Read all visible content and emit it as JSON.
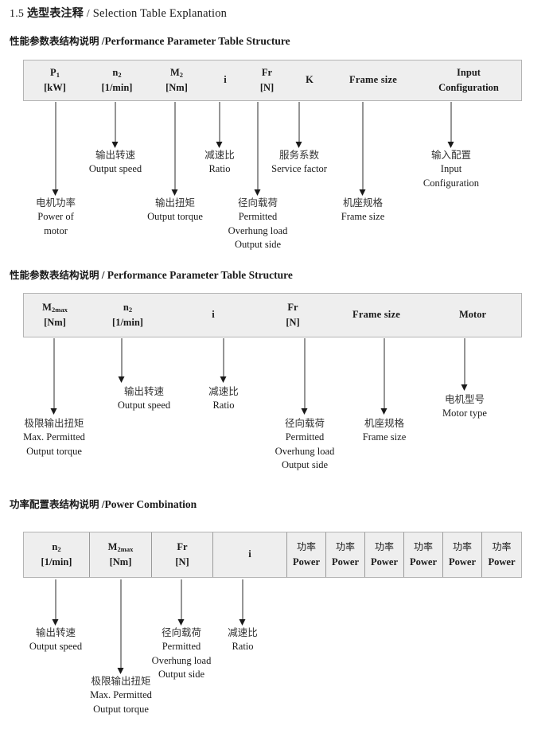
{
  "document": {
    "section_number": "1.5",
    "title_cn": "选型表注释",
    "title_sep": "/",
    "title_en": "Selection Table Explanation"
  },
  "sections": [
    {
      "heading_cn": "性能参数表结构说明",
      "heading_sep": "/",
      "heading_en": "Performance Parameter Table Structure",
      "table": {
        "columns": [
          {
            "line1": "P",
            "sub1": "1",
            "line2": "[kW]"
          },
          {
            "line1": "n",
            "sub1": "2",
            "line2": "[1/min]"
          },
          {
            "line1": "M",
            "sub1": "2",
            "line2": "[Nm]"
          },
          {
            "line1": "i",
            "sub1": "",
            "line2": ""
          },
          {
            "line1": "Fr",
            "sub1": "",
            "line2": "[N]"
          },
          {
            "line1": "K",
            "sub1": "",
            "line2": ""
          },
          {
            "line1": "Frame size",
            "sub1": "",
            "line2": ""
          },
          {
            "line1": "Input",
            "sub1": "",
            "line2": "Configuration"
          }
        ]
      },
      "annotations": [
        {
          "cn": "电机功率",
          "en1": "Power of",
          "en2": "motor",
          "en3": ""
        },
        {
          "cn": "输出转速",
          "en1": "Output speed",
          "en2": "",
          "en3": ""
        },
        {
          "cn": "输出扭矩",
          "en1": "Output torque",
          "en2": "",
          "en3": ""
        },
        {
          "cn": "减速比",
          "en1": "Ratio",
          "en2": "",
          "en3": ""
        },
        {
          "cn": "径向载荷",
          "en1": "Permitted",
          "en2": "Overhung load",
          "en3": "Output side"
        },
        {
          "cn": "服务系数",
          "en1": "Service factor",
          "en2": "",
          "en3": ""
        },
        {
          "cn": "机座规格",
          "en1": "Frame size",
          "en2": "",
          "en3": ""
        },
        {
          "cn": "输入配置",
          "en1": "Input",
          "en2": "Configuration",
          "en3": ""
        }
      ]
    },
    {
      "heading_cn": "性能参数表结构说明",
      "heading_sep": "/",
      "heading_en": "Performance Parameter Table Structure",
      "table": {
        "columns": [
          {
            "line1": "M",
            "sub1": "2max",
            "line2": "[Nm]"
          },
          {
            "line1": "n",
            "sub1": "2",
            "line2": "[1/min]"
          },
          {
            "line1": "i",
            "sub1": "",
            "line2": ""
          },
          {
            "line1": "Fr",
            "sub1": "",
            "line2": "[N]"
          },
          {
            "line1": "Frame size",
            "sub1": "",
            "line2": ""
          },
          {
            "line1": "Motor",
            "sub1": "",
            "line2": ""
          }
        ]
      },
      "annotations": [
        {
          "cn": "极限输出扭矩",
          "en1": "Max. Permitted",
          "en2": "Output  torque",
          "en3": ""
        },
        {
          "cn": "输出转速",
          "en1": "Output speed",
          "en2": "",
          "en3": ""
        },
        {
          "cn": "减速比",
          "en1": "Ratio",
          "en2": "",
          "en3": ""
        },
        {
          "cn": "径向载荷",
          "en1": "Permitted",
          "en2": "Overhung load",
          "en3": "Output side"
        },
        {
          "cn": "机座规格",
          "en1": "Frame size",
          "en2": "",
          "en3": ""
        },
        {
          "cn": "电机型号",
          "en1": "Motor type",
          "en2": "",
          "en3": ""
        }
      ]
    },
    {
      "heading_cn": "功率配置表结构说明",
      "heading_sep": "/",
      "heading_en": "Power Combination",
      "table": {
        "columns": [
          {
            "line1": "n",
            "sub1": "2",
            "line2": "[1/min]"
          },
          {
            "line1": "M",
            "sub1": "2max",
            "line2": "[Nm]"
          },
          {
            "line1": "Fr",
            "sub1": "",
            "line2": "[N]"
          },
          {
            "line1": "i",
            "sub1": "",
            "line2": ""
          },
          {
            "line1": "功率",
            "sub1": "",
            "line2": "Power"
          },
          {
            "line1": "功率",
            "sub1": "",
            "line2": "Power"
          },
          {
            "line1": "功率",
            "sub1": "",
            "line2": "Power"
          },
          {
            "line1": "功率",
            "sub1": "",
            "line2": "Power"
          },
          {
            "line1": "功率",
            "sub1": "",
            "line2": "Power"
          },
          {
            "line1": "功率",
            "sub1": "",
            "line2": "Power"
          }
        ]
      },
      "annotations": [
        {
          "cn": "输出转速",
          "en1": "Output speed",
          "en2": "",
          "en3": ""
        },
        {
          "cn": "极限输出扭矩",
          "en1": "Max. Permitted",
          "en2": "Output  torque",
          "en3": ""
        },
        {
          "cn": "径向载荷",
          "en1": "Permitted",
          "en2": "Overhung load",
          "en3": "Output side"
        },
        {
          "cn": "减速比",
          "en1": "Ratio",
          "en2": "",
          "en3": ""
        }
      ]
    }
  ],
  "colors": {
    "table_fill": "#eeeeee",
    "table_border": "#b4b4b4",
    "cell_divider": "#9a9a9a",
    "arrow": "#1a1a1a",
    "text": "#1a1a1a"
  }
}
